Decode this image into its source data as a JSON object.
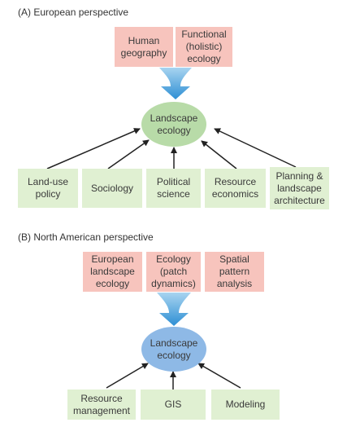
{
  "sections": {
    "a": {
      "label": "(A)  European perspective",
      "inputs": [
        "Human\ngeography",
        "Functional\n(holistic)\necology"
      ],
      "center": "Landscape\necology",
      "contributors": [
        "Land-use\npolicy",
        "Sociology",
        "Political\nscience",
        "Resource\neconomics",
        "Planning &\nlandscape\narchitecture"
      ]
    },
    "b": {
      "label": "(B)  North American perspective",
      "inputs": [
        "European\nlandscape\necology",
        "Ecology\n(patch\ndynamics)",
        "Spatial\npattern\nanalysis"
      ],
      "center": "Landscape\necology",
      "contributors": [
        "Resource\nmanagement",
        "GIS",
        "Modeling"
      ]
    }
  },
  "colors": {
    "input_box": "#f7c4bd",
    "contributor_box": "#e0f0d2",
    "center_a": "#b8dba8",
    "center_b": "#8eb9e6",
    "funnel_arrow": "#3a9ad9"
  }
}
